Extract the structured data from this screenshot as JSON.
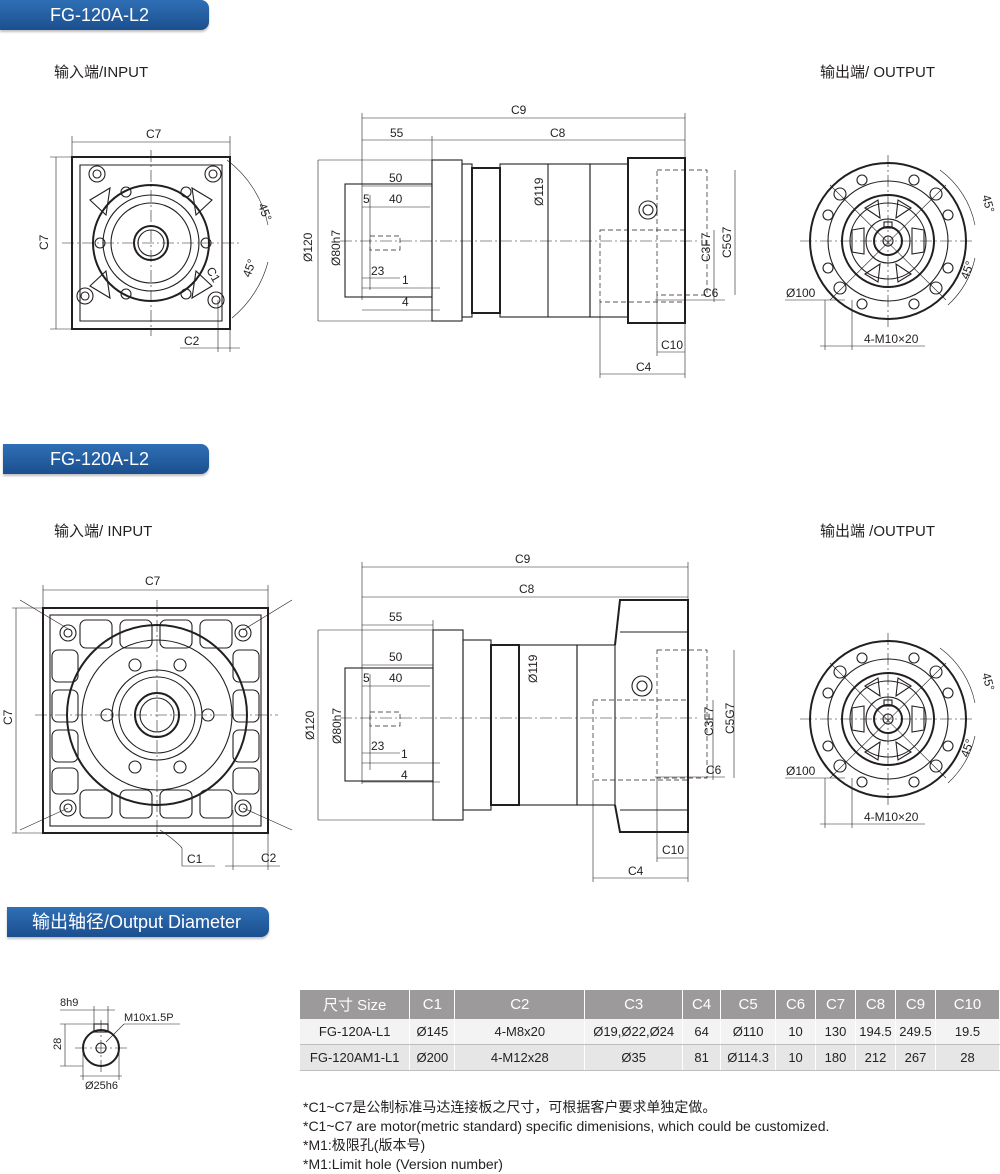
{
  "banners": {
    "top": "FG-120A-L2",
    "middle": "FG-120A-L2",
    "output_diameter": "输出轴径/Output Diameter"
  },
  "section1": {
    "input_label": "输入端/INPUT",
    "output_label": "输出端/ OUTPUT",
    "dims": {
      "c7_h": "C7",
      "c7_v": "C7",
      "c1": "C1",
      "c2": "C2",
      "a45_top": "45°",
      "a45_bottom": "45°",
      "c9": "C9",
      "d55": "55",
      "c8": "C8",
      "d50": "50",
      "d40": "40",
      "d5": "5",
      "d23": "23",
      "d1": "1",
      "d4": "4",
      "phi120": "Ø120",
      "phi80h7": "Ø80h7",
      "phi119": "Ø119",
      "c3f7": "C3F7",
      "c5g7": "C5G7",
      "c6": "C6",
      "c10": "C10",
      "c4": "C4",
      "o45_top": "45°",
      "o45_bottom": "45°",
      "phi100": "Ø100",
      "m10": "4-M10×20"
    }
  },
  "section2": {
    "input_label": "输入端/ INPUT",
    "output_label": "输出端 /OUTPUT",
    "dims": {
      "c7_h": "C7",
      "c7_v": "C7",
      "c1": "C1",
      "c2": "C2",
      "c9": "C9",
      "c8": "C8",
      "d55": "55",
      "d50": "50",
      "d40": "40",
      "d5": "5",
      "d23": "23",
      "d1": "1",
      "d4": "4",
      "phi120": "Ø120",
      "phi80h7": "Ø80h7",
      "phi119": "Ø119",
      "c3f7": "C3F7",
      "c5g7": "C5G7",
      "c6": "C6",
      "c10": "C10",
      "c4": "C4",
      "o45_top": "45°",
      "o45_bottom": "45°",
      "phi100": "Ø100",
      "m10": "4-M10×20"
    }
  },
  "shaft": {
    "key": "8h9",
    "thread": "M10x1.5P",
    "height": "28",
    "diameter": "Ø25h6"
  },
  "table": {
    "headers": [
      "尺寸 Size",
      "C1",
      "C2",
      "C3",
      "C4",
      "C5",
      "C6",
      "C7",
      "C8",
      "C9",
      "C10"
    ],
    "rows": [
      [
        "FG-120A-L1",
        "Ø145",
        "4-M8x20",
        "Ø19,Ø22,Ø24",
        "64",
        "Ø110",
        "10",
        "130",
        "194.5",
        "249.5",
        "19.5"
      ],
      [
        "FG-120AM1-L1",
        "Ø200",
        "4-M12x28",
        "Ø35",
        "81",
        "Ø114.3",
        "10",
        "180",
        "212",
        "267",
        "28"
      ]
    ]
  },
  "notes": [
    "*C1~C7是公制标准马达连接板之尺寸，可根据客户要求单独定做。",
    "*C1~C7 are motor(metric standard) specific dimenisions, which could be customized.",
    "*M1:极限孔(版本号)",
    "*M1:Limit hole (Version number)"
  ]
}
